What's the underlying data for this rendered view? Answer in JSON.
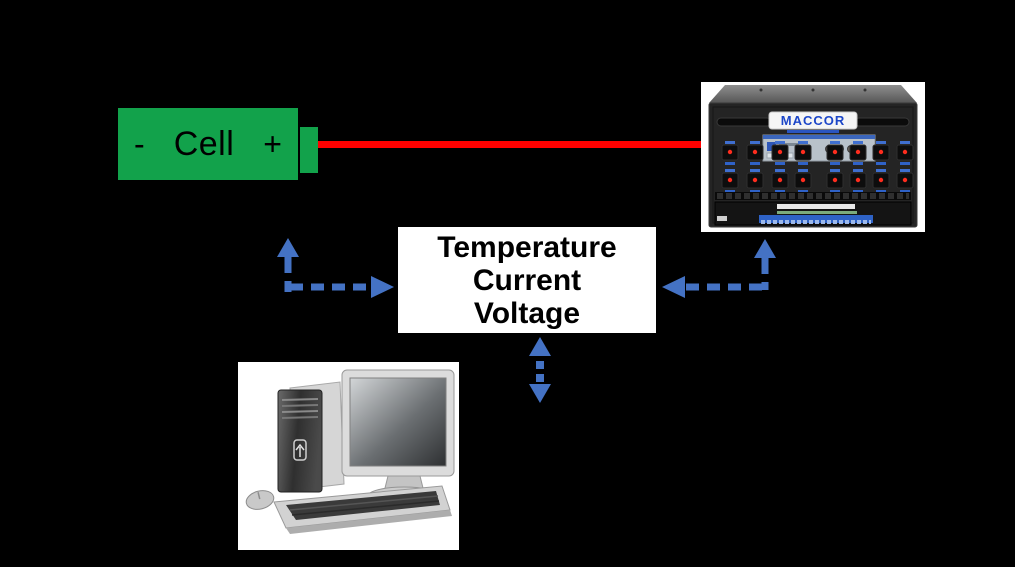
{
  "diagram": {
    "cell": {
      "minus": "-",
      "label": "Cell",
      "plus": "+"
    },
    "measurement_box": {
      "lines": [
        "Temperature",
        "Current",
        "Voltage"
      ]
    },
    "tester": {
      "brand": "MACCOR"
    },
    "colors": {
      "background": "#000000",
      "cell_green": "#12A24B",
      "wire_red": "#FF0000",
      "arrow_blue": "#4472C4",
      "box_white": "#FFFFFF"
    },
    "icons": {
      "cell_feedback_arrow": "dashed-elbow-arrow-up-and-right",
      "tester_feedback_arrow": "dashed-elbow-arrow-up-and-left",
      "computer_link_arrow": "dotted-double-headed-vertical-arrow",
      "tester_image": "maccor-battery-cycler-photo",
      "computer_image": "desktop-computer-photo"
    }
  }
}
